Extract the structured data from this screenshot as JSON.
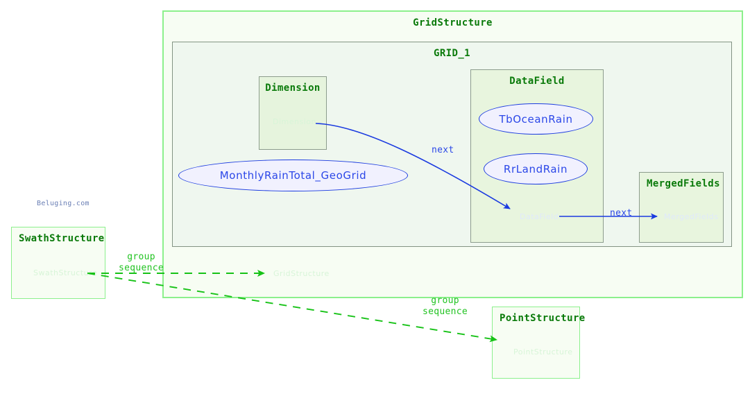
{
  "diagram": {
    "watermark": "Beluging.com",
    "containers": {
      "grid_structure": {
        "title": "GridStructure",
        "ghost_label": "GridStructure",
        "border_color": "#8cf08c",
        "fill_color": "#f7fdf3"
      },
      "grid_1": {
        "title": "GRID_1",
        "border_color": "#839383",
        "fill_color": "#eff7ef"
      },
      "dimension": {
        "title": "Dimension",
        "ghost_label": "Dimension",
        "border_color": "#8c9c8c",
        "fill_color": "#e6f4dd"
      },
      "data_field": {
        "title": "DataField",
        "ghost_label": "DataField",
        "border_color": "#8c9c8c",
        "fill_color": "#e8f5de"
      },
      "merged_fields": {
        "title": "MergedFields",
        "ghost_label": "MergedFields",
        "border_color": "#8c9c8c",
        "fill_color": "#e8f5de"
      },
      "swath_structure": {
        "title": "SwathStructure",
        "ghost_label": "SwathStructure",
        "border_color": "#8cf08c",
        "fill_color": "#f7fdf3"
      },
      "point_structure": {
        "title": "PointStructure",
        "ghost_label": "PointStructure",
        "border_color": "#8cf08c",
        "fill_color": "#f7fdf3"
      }
    },
    "nodes": [
      {
        "id": "monthly",
        "label": "MonthlyRainTotal_GeoGrid"
      },
      {
        "id": "tbocean",
        "label": "TbOceanRain"
      },
      {
        "id": "rrland",
        "label": "RrLandRain"
      }
    ],
    "edges": [
      {
        "id": "next-1",
        "label": "next",
        "style": "solid-curved",
        "color": "#1a3ae0"
      },
      {
        "id": "next-2",
        "label": "next",
        "style": "solid-straight",
        "color": "#1a3ae0"
      },
      {
        "id": "seq-1",
        "label": "group\nsequence",
        "label_line1": "group",
        "label_line2": "sequence",
        "style": "dashed",
        "color": "#22c322"
      },
      {
        "id": "seq-2",
        "label": "group\nsequence",
        "label_line1": "group",
        "label_line2": "sequence",
        "style": "dashed",
        "color": "#22c322"
      }
    ],
    "colors": {
      "title_green": "#0a7a0a",
      "edge_green": "#22c322",
      "edge_blue": "#1a3ae0",
      "node_text_blue": "#2b47e8",
      "node_fill": "#f1f1fe",
      "watermark": "#6a7fb5"
    }
  }
}
